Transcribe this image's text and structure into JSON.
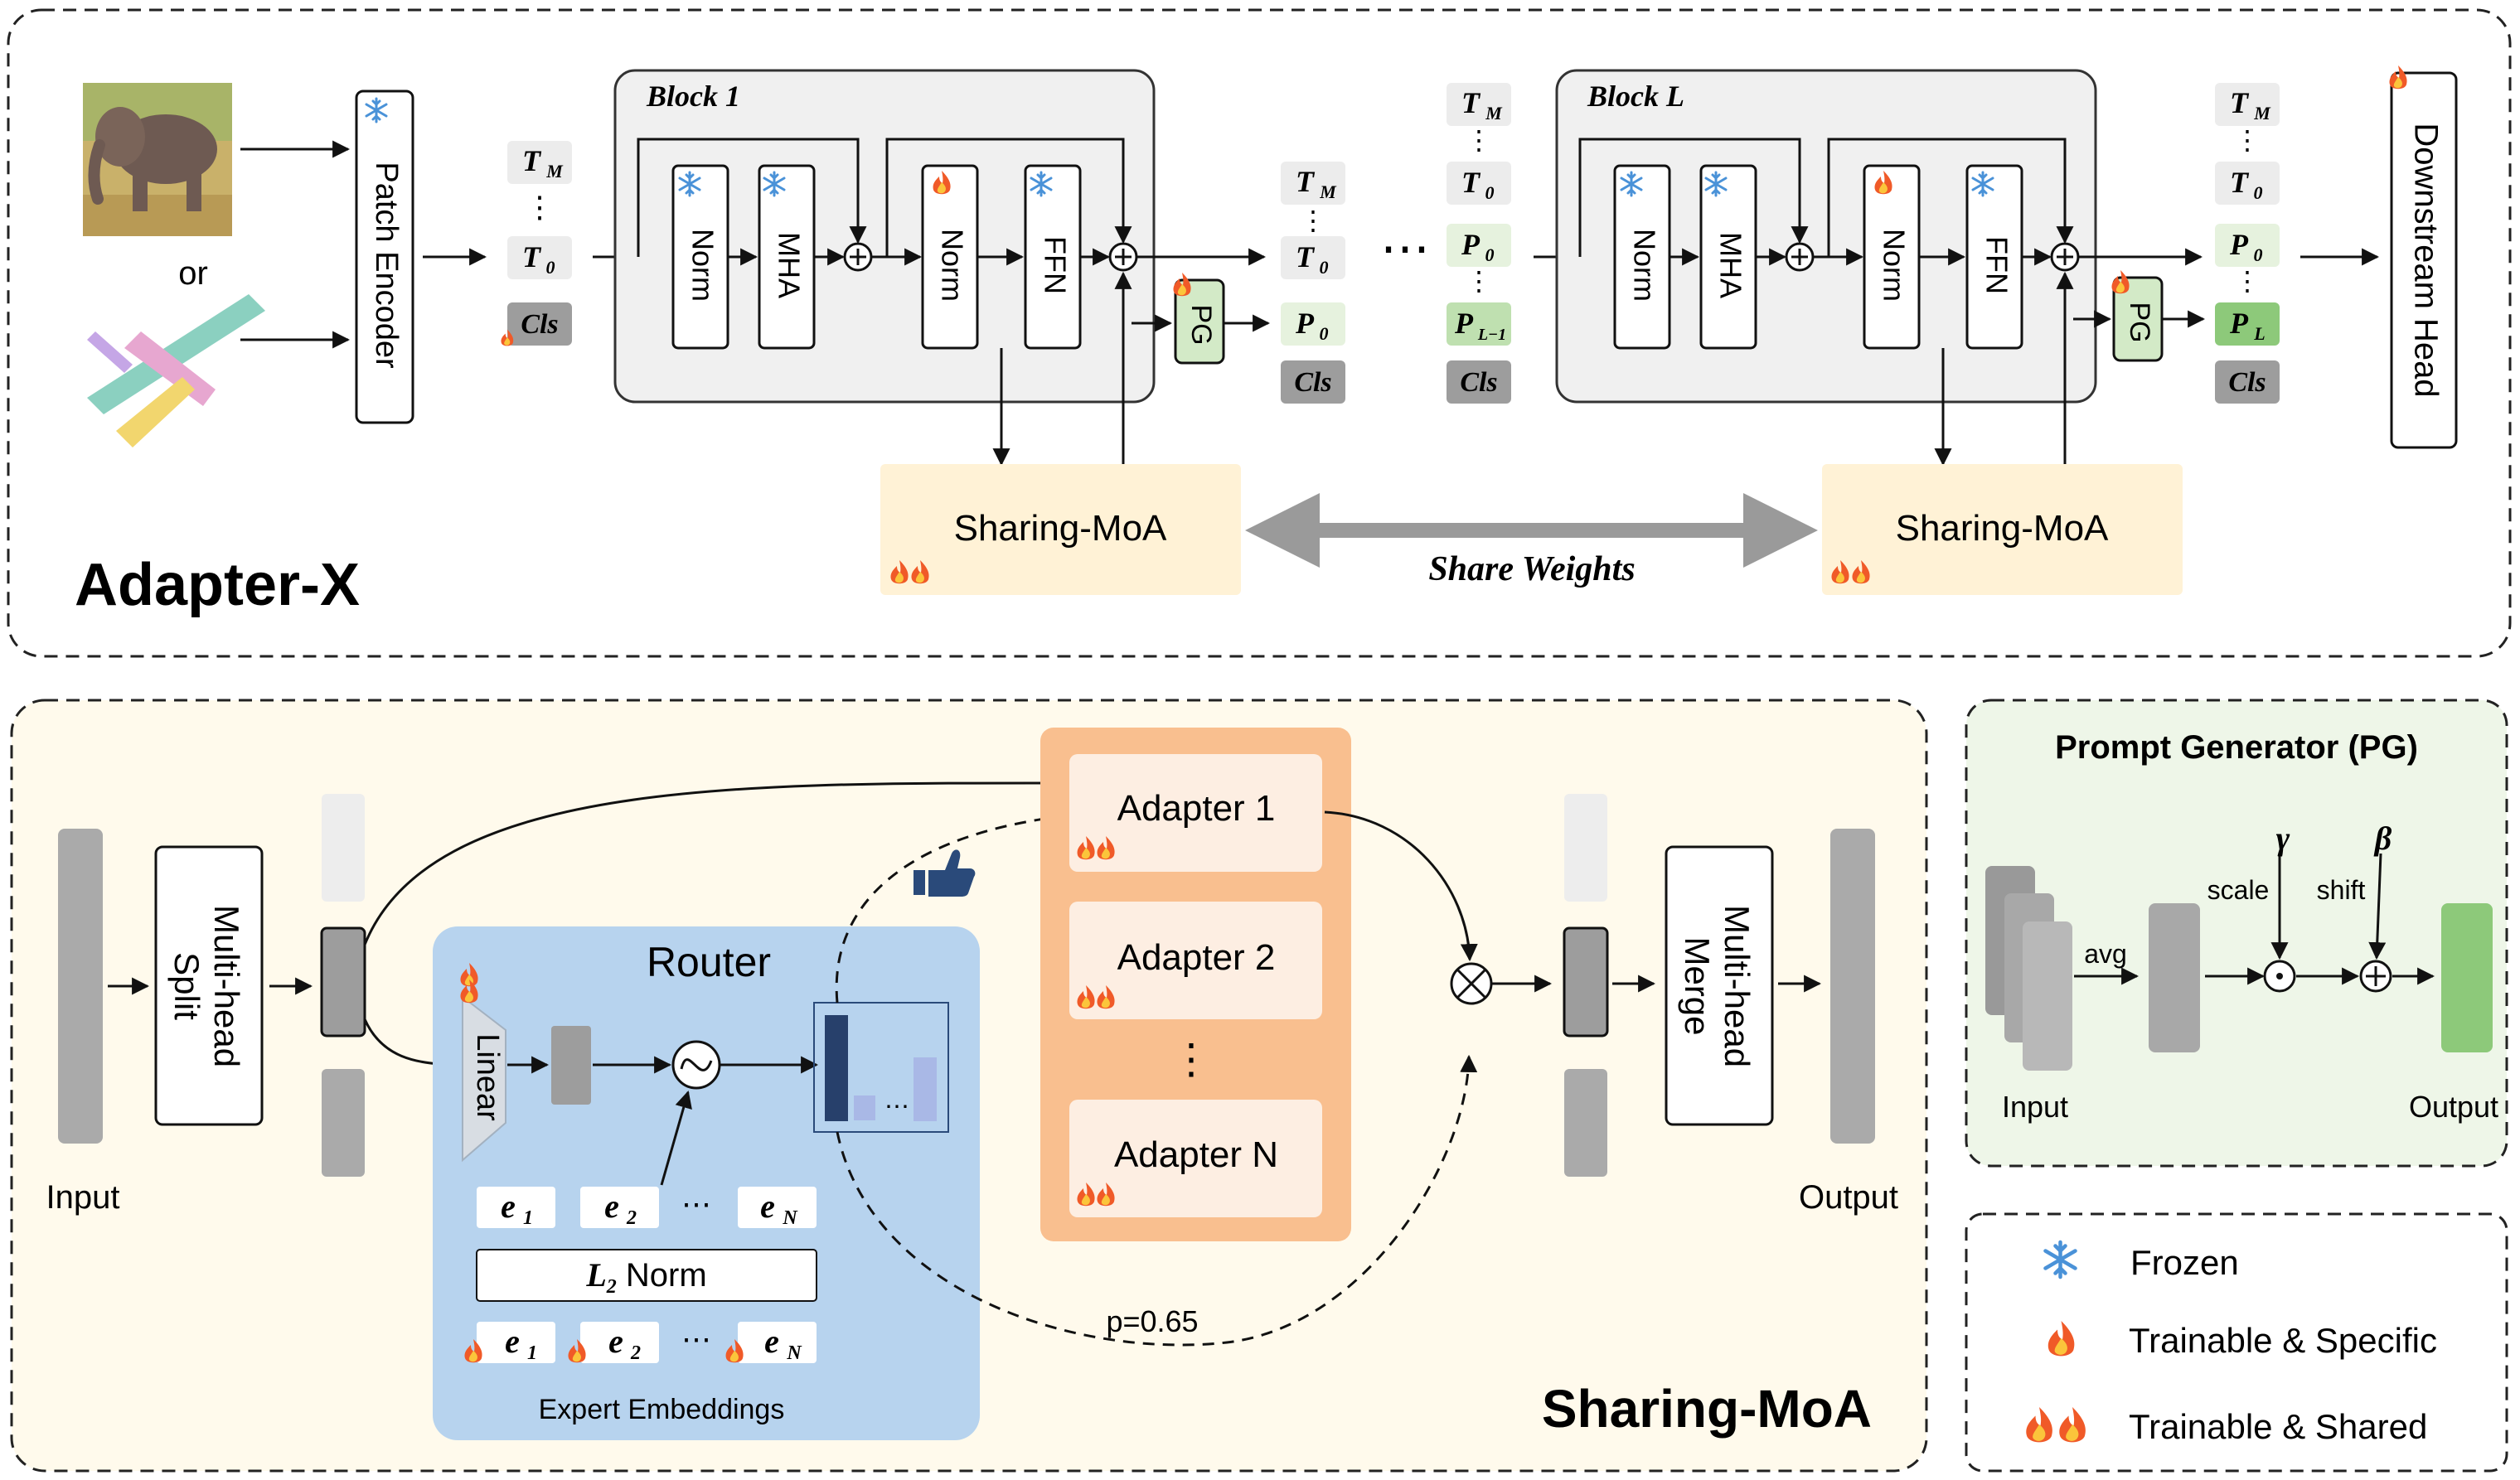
{
  "top": {
    "section_title": "Adapter-X",
    "input_or": "or",
    "patch_encoder": "Patch Encoder",
    "block1_title": "Block 1",
    "blockL_title": "Block L",
    "norm": "Norm",
    "mha": "MHA",
    "ffn": "FFN",
    "pg": "PG",
    "sharing_moa": "Sharing-MoA",
    "share_weights": "Share Weights",
    "downstream_head": "Downstream Head",
    "ellipsis": "⋯",
    "vdots": "⋮",
    "tokens": {
      "tm": "T",
      "tm_sub": "M",
      "t0": "T",
      "t0_sub": "0",
      "p0": "P",
      "p0_sub": "0",
      "plm1": "P",
      "plm1_sub": "L−1",
      "pl": "P",
      "pl_sub": "L",
      "cls": "Cls"
    }
  },
  "moa": {
    "section_title": "Sharing-MoA",
    "input": "Input",
    "output": "Output",
    "split": [
      "Multi-head",
      "Split"
    ],
    "merge": [
      "Multi-head",
      "Merge"
    ],
    "router": "Router",
    "linear": "Linear",
    "e1": "e",
    "e1_sub": "1",
    "e2": "e",
    "e2_sub": "2",
    "eN": "e",
    "eN_sub": "N",
    "l2norm": "L",
    "l2norm_sub": "2",
    "l2norm_rest": " Norm",
    "expert_embeddings": "Expert Embeddings",
    "adapters": [
      "Adapter 1",
      "Adapter 2",
      "Adapter N"
    ],
    "p_value": "p=0.65",
    "dots": "⋯",
    "vdots": "⋮"
  },
  "pg": {
    "title": "Prompt Generator (PG)",
    "avg": "avg",
    "scale": "scale",
    "shift": "shift",
    "gamma": "γ",
    "beta": "β",
    "input": "Input",
    "output": "Output"
  },
  "legend": {
    "frozen": "Frozen",
    "trainable_specific": "Trainable & Specific",
    "trainable_shared": "Trainable & Shared"
  },
  "colors": {
    "frozen_blue": "#5aa0e0",
    "fire_orange": "#f05a28",
    "moa_yellow": "#fff2d6",
    "router_blue": "#b7d3ee",
    "adapter_orange": "#f9bf8f",
    "pg_green": "#e6f2de",
    "prompt_green": "#8dc97a"
  }
}
